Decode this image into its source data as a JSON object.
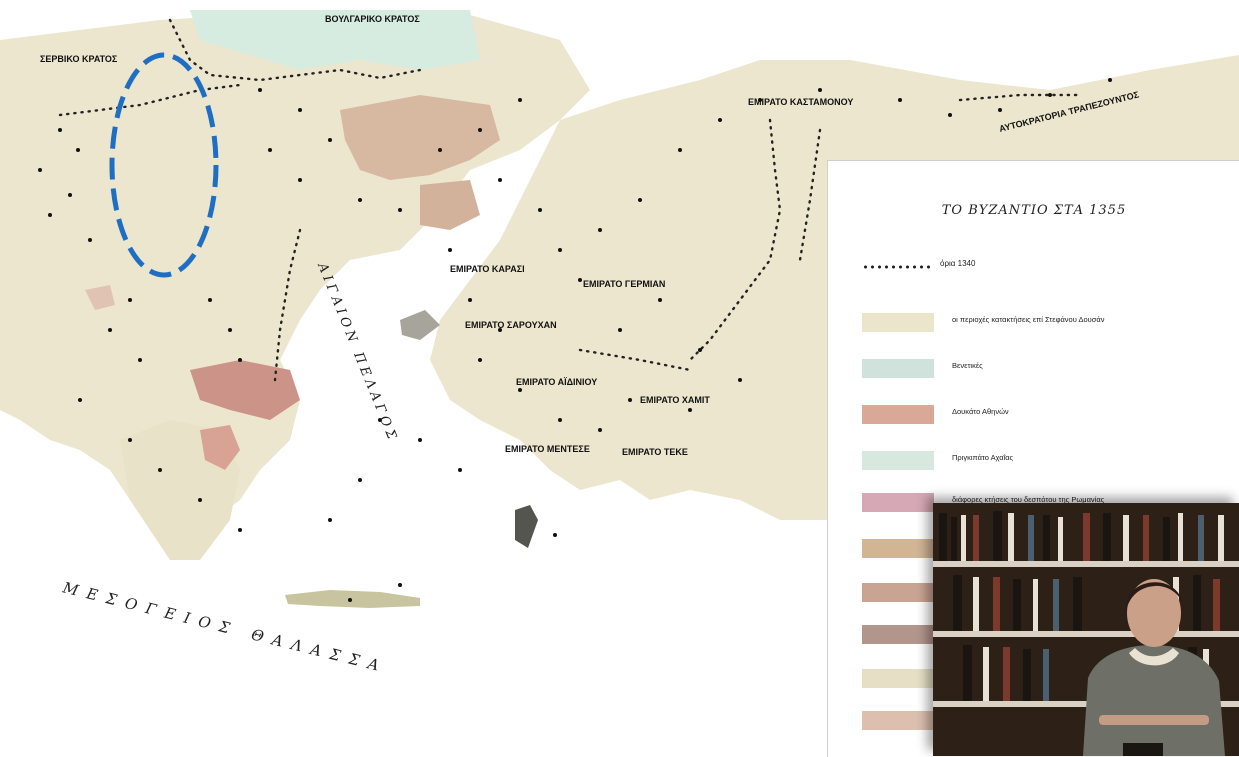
{
  "map": {
    "sea_name": "ΜΕΣΟΓΕΙΟΣ ΘΑΛΑΣΣΑ",
    "aegean_name": "ΑΙΓΑΙΟΝ ΠΕΛΑΓΟΣ",
    "regions": {
      "serbian": "ΣΕΡΒΙΚΟ ΚΡΑΤΟΣ",
      "bulgarian": "ΒΟΥΛΓΑΡΙΚΟ ΚΡΑΤΟΣ",
      "kastamonu": "ΕΜΙΡΑΤΟ ΚΑΣΤΑΜΟΝΟΥ",
      "trebizond": "ΑΥΤΟΚΡΑΤΟΡΙΑ ΤΡΑΠΕΖΟΥΝΤΟΣ",
      "karasi": "ΕΜΙΡΑΤΟ ΚΑΡΑΣΙ",
      "germiyan": "ΕΜΙΡΑΤΟ ΓΕΡΜΙΑΝ",
      "saruhan": "ΕΜΙΡΑΤΟ ΣΑΡΟΥΧΑΝ",
      "aydin": "ΕΜΙΡΑΤΟ ΑΪΔΙΝΙΟΥ",
      "hamid": "ΕΜΙΡΑΤΟ ΧΑΜΙΤ",
      "mentese": "ΕΜΙΡΑΤΟ ΜΕΝΤΕΣΕ",
      "teke": "ΕΜΙΡΑΤΟ ΤΕΚΕ"
    },
    "highlight_color": "#1e6fc4",
    "land_color": "#ece8d2",
    "sea_color": "#ffffff"
  },
  "legend": {
    "title": "ΤΟ ΒΥΖΑΝΤΙΟ ΣΤΑ 1355",
    "line_label": "όρια 1340",
    "items": [
      {
        "color": "#ebe5cb",
        "label": "οι περιοχές κατακτήσεις επί Στεφάνου Δουσάν"
      },
      {
        "color": "#cfe3dc",
        "label": "Βενετικές"
      },
      {
        "color": "#d9a896",
        "label": "Δουκάτο Αθηνών"
      },
      {
        "color": "#d7e8df",
        "label": "Πριγκιπάτο Αχαΐας"
      },
      {
        "color": "#d6a8b6",
        "label": "διάφορες κτήσεις του δεσπότου της Ρωμανίας"
      },
      {
        "color": "#d1b595",
        "label": ""
      },
      {
        "color": "#c9a493",
        "label": ""
      },
      {
        "color": "#b3968b",
        "label": ""
      },
      {
        "color": "#e6dfc6",
        "label": ""
      },
      {
        "color": "#dcbfae",
        "label": ""
      }
    ]
  }
}
